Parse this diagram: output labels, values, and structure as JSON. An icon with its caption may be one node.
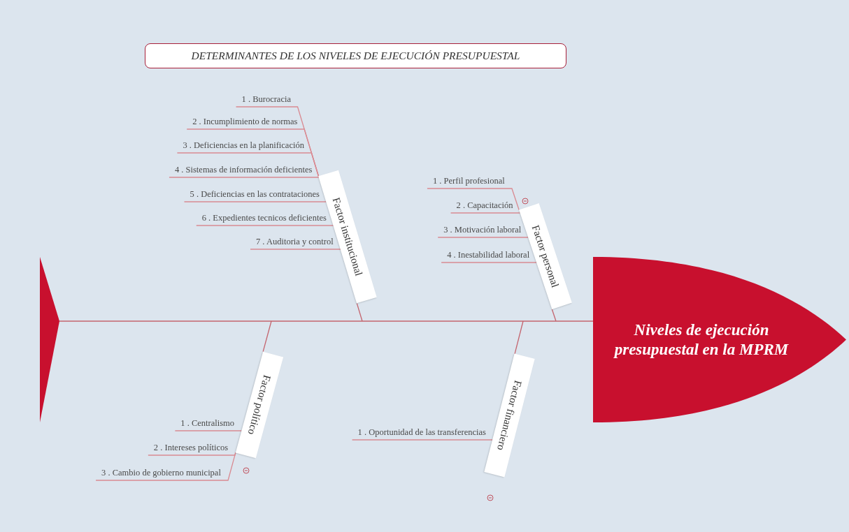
{
  "diagram": {
    "title": "DETERMINANTES DE LOS NIVELES DE EJECUCIÓN PRESUPUESTAL",
    "nodes": [
      {
        "text": [],
        "shape": "triangle"
      },
      {
        "text": [
          "Factor institucional"
        ]
      },
      {
        "text": [
          "1 . Burocracia"
        ]
      },
      {
        "text": [
          "2 . Incumplimiento de normas"
        ]
      },
      {
        "text": [
          "3 . Deficiencias en la planificación"
        ]
      },
      {
        "text": [
          "4 . Sistemas de información deficientes"
        ]
      },
      {
        "text": [
          "5 . Deficiencias en las contrataciones"
        ]
      },
      {
        "text": [
          "6 . Expedientes tecnicos deficientes"
        ]
      },
      {
        "text": [
          "7 . Auditoria y control"
        ]
      },
      {
        "text": [
          "Factor personal"
        ]
      },
      {
        "text": [
          "1 . Perfil profesional"
        ]
      },
      {
        "text": [
          "2 . Capacitación"
        ]
      },
      {
        "text": [
          "3 . Motivación laboral"
        ]
      },
      {
        "text": [
          "4 . Inestabilidad laboral"
        ]
      },
      {
        "text": [
          "Niveles de ejecución presupuestal en la MPRM"
        ]
      },
      {
        "text": [
          "Factor político"
        ]
      },
      {
        "text": [
          "1 . Centralismo"
        ]
      },
      {
        "text": [
          "2 . Intereses políticos"
        ]
      },
      {
        "text": [
          "3 . Cambio de gobierno municipal"
        ]
      },
      {
        "text": [
          "Factor financiero"
        ]
      },
      {
        "text": [
          "1 . Oportunidad de las transferencias"
        ]
      }
    ],
    "edges": [
      {
        "from": 0,
        "to": 14,
        "arrow": "none"
      },
      {
        "from": 1,
        "to": null,
        "arrow": "none"
      },
      {
        "from": 9,
        "to": null,
        "arrow": "none"
      },
      {
        "from": 15,
        "to": null,
        "arrow": "none"
      },
      {
        "from": 19,
        "to": null,
        "arrow": "none"
      },
      {
        "from": 2,
        "to": 1,
        "arrow": "none"
      },
      {
        "from": 3,
        "to": 1,
        "arrow": "none"
      },
      {
        "from": 4,
        "to": 1,
        "arrow": "none"
      },
      {
        "from": 5,
        "to": 1,
        "arrow": "none"
      },
      {
        "from": 6,
        "to": 1,
        "arrow": "none"
      },
      {
        "from": 7,
        "to": 1,
        "arrow": "none"
      },
      {
        "from": 8,
        "to": 1,
        "arrow": "none"
      },
      {
        "from": 10,
        "to": 9,
        "arrow": "none"
      },
      {
        "from": 11,
        "to": 9,
        "arrow": "none"
      },
      {
        "from": 12,
        "to": 9,
        "arrow": "none"
      },
      {
        "from": 13,
        "to": 9,
        "arrow": "none"
      },
      {
        "from": 16,
        "to": 15,
        "arrow": "none"
      },
      {
        "from": 17,
        "to": 15,
        "arrow": "none"
      },
      {
        "from": 18,
        "to": 15,
        "arrow": "none"
      },
      {
        "from": 20,
        "to": 19,
        "arrow": "none"
      }
    ]
  }
}
